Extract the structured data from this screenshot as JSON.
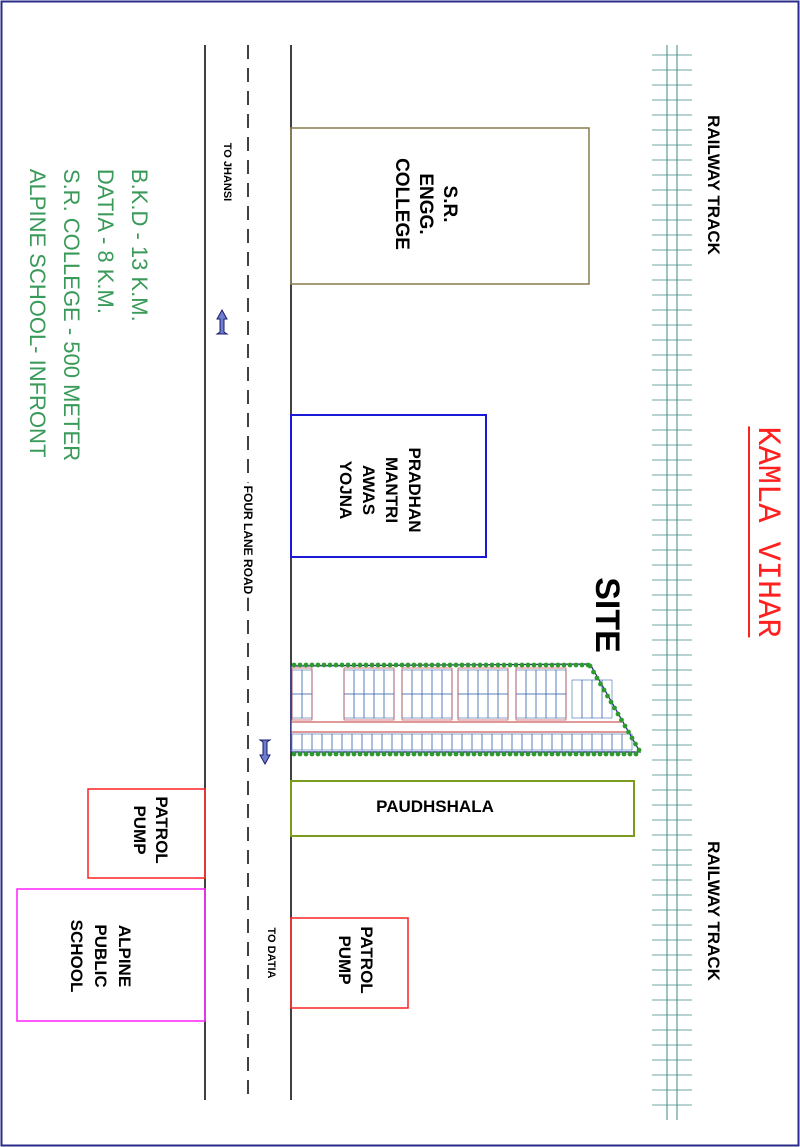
{
  "title": "KAMLA VIHAR",
  "site_label": "SITE",
  "railway": {
    "label_top": "RAILWAY TRACK",
    "label_bottom": "RAILWAY TRACK"
  },
  "road": {
    "name": "FOUR LANE ROAD",
    "to_north": "TO JHANSI",
    "to_south": "TO DATIA"
  },
  "landmarks": {
    "college": [
      "S.R.",
      "ENGG.",
      "COLLEGE"
    ],
    "awas": [
      "PRADHAN",
      "MANTRI",
      "AWAS",
      "YOJNA"
    ],
    "paudhshala": "PAUDHSHALA",
    "pump_right": [
      "PATROL",
      "PUMP"
    ],
    "pump_left": [
      "PATROL",
      "PUMP"
    ],
    "school": [
      "ALPINE",
      "PUBLIC",
      "SCHOOL"
    ]
  },
  "distances": [
    "B.K.D - 13 K.M.",
    "DATIA - 8 K.M.",
    "S.R. COLLEGE - 500 METER",
    "ALPINE SCHOOL- INFRONT"
  ],
  "colors": {
    "border": "#2b2b8a",
    "railway": "#3e8a86",
    "title": "#ff2020",
    "college": "#8b7a4a",
    "awas": "#1a1ad6",
    "paudhshala": "#7a9a20",
    "pump": "#ff2020",
    "school": "#ff20ff",
    "distances": "#3a9a5a",
    "tree": "#2e9a2e"
  }
}
